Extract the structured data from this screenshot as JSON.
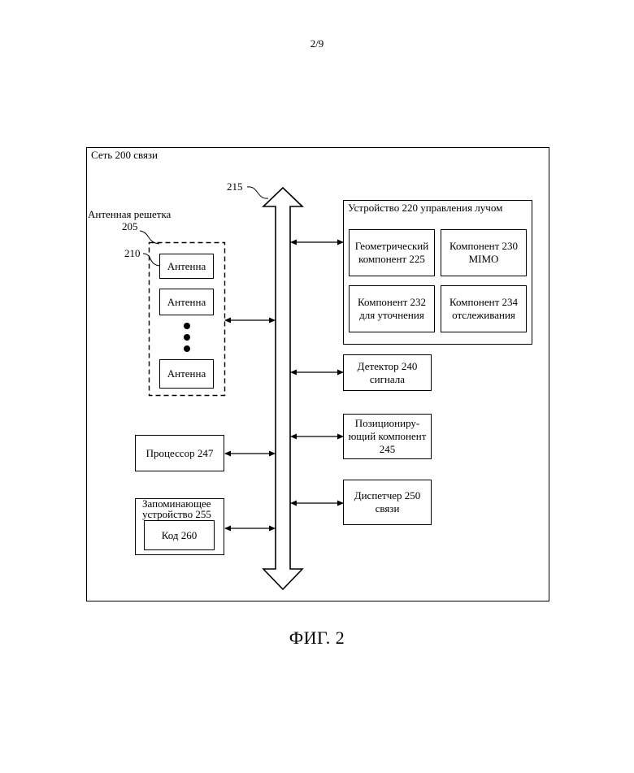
{
  "page_number": "2/9",
  "figure_caption": "ФИГ. 2",
  "network": {
    "label": "Сеть 200 связи"
  },
  "bus": {
    "ref": "215"
  },
  "antenna_array": {
    "label": "Антенная решетка",
    "ref": "205",
    "element_ref": "210",
    "antennas": [
      "Антенна",
      "Антенна",
      "Антенна"
    ]
  },
  "processor": {
    "label": "Процессор 247"
  },
  "memory": {
    "label": "Запоминающее\nустройство 255",
    "code": "Код 260"
  },
  "beam_manager": {
    "label": "Устройство 220 управления лучом",
    "geometric": "Геометрический\nкомпонент 225",
    "mimo": "Компонент 230\nMIMO",
    "refinement": "Компонент 232\nдля уточнения",
    "tracking": "Компонент 234\nотслеживания"
  },
  "signal_detector": {
    "label": "Детектор 240\nсигнала"
  },
  "positioning": {
    "label": "Позициониру-\nющий компонент\n245"
  },
  "comm_manager": {
    "label": "Диспетчер 250\nсвязи"
  }
}
